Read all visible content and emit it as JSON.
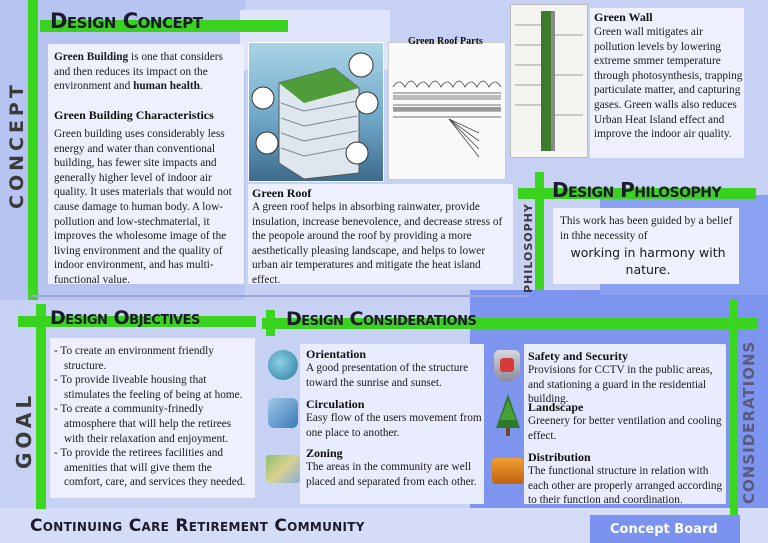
{
  "concept": {
    "heading": "Design Concept",
    "side_label": "CONCEPT",
    "green_building_term": "Green Building",
    "green_building_text": " is one that considers and then reduces its impact on the environment and ",
    "human_health": "human health",
    "characteristics_title": "Green Building Characteristics",
    "characteristics_text": "Green building uses considerably less energy and water than conventional building, has fewer site impacts and generally higher level of indoor air quality. It uses materials that would not cause damage to human body. A low-pollution and low-stechmaterial, it improves the wholesome image of the living environment and the quality of indoor environment, and has multi-functional value."
  },
  "green_roof": {
    "parts_title": "Green Roof Parts",
    "title": "Green Roof",
    "text": "A green roof  helps in absorbing rainwater, provide insulation, increase benevolence, and decrease stress of the peopole around the roof by providing a more aesthetically pleasing landscape, and helps to lower urban air temperatures and mitigate the heat island effect."
  },
  "green_wall": {
    "title": "Green Wall",
    "text": "Green wall mitigates air pollution levels by lowering extreme smmer temperature through photosynthesis, trapping particulate matter, and capturing gases. Green walls also reduces Urban Heat Island effect and improve the indoor air quality."
  },
  "philosophy": {
    "heading": "Design Philosophy",
    "side_label": "PHILOSOPHY",
    "text": "This work has been  guided by a belief in thhe necessity of",
    "highlight": "working in harmony with nature."
  },
  "objectives": {
    "heading": "Design Objectives",
    "side_label": "GOAL",
    "items": [
      "- To create an environment friendly structure.",
      "- To provide liveable housing that stimulates the feeling of being at home.",
      "- To create a community-frinedly atmosphere that will help the retirees with their relaxation and enjoyment.",
      "- To provide the retirees  facilities and amenities that will give them the comfort, care, and services they needed."
    ]
  },
  "considerations": {
    "heading": "Design Considerations",
    "side_label": "CONSIDERATIONS",
    "items": [
      {
        "title": "Orientation",
        "text": "A good presentation of the structure toward the sunrise and sunset."
      },
      {
        "title": "Circulation",
        "text": "Easy flow of the users movement from one place to another."
      },
      {
        "title": "Zoning",
        "text": "The areas in the community are well placed and separated from each other."
      },
      {
        "title": "Safety and Security",
        "text": "Provisions for CCTV  in the public areas, and stationing a guard in the residential building."
      },
      {
        "title": "Landscape",
        "text": "Greenery for better ventilation and cooling effect."
      },
      {
        "title": "Distribution",
        "text": "The functional structure in relation with each other are properly arranged according to their function and coordination."
      }
    ]
  },
  "footer": {
    "title": "Continuing Care Retirement Community",
    "board_label": "Concept Board"
  },
  "colors": {
    "accent_green": "#39d31f",
    "panel": "#eef1fd",
    "board": "#c7d1f4",
    "blue_block": "#6b87ee"
  }
}
